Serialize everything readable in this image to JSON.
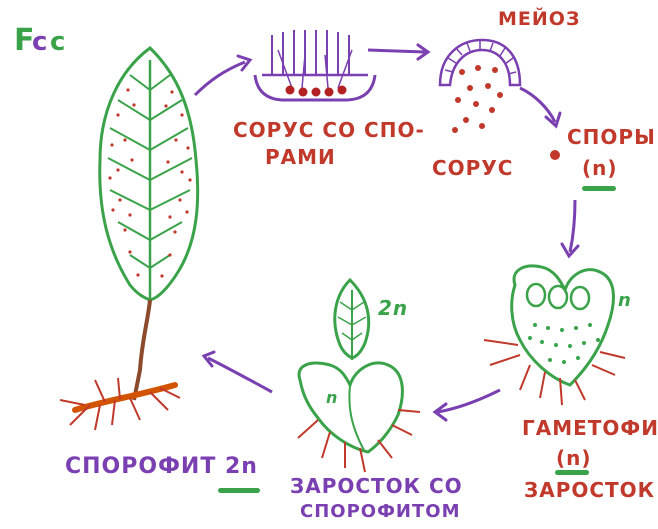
{
  "logo": {
    "text": "FCC"
  },
  "labels": {
    "meiosis": "МЕЙОЗ",
    "sorus_with_spores_line1": "СОРУС СО СПО-",
    "sorus_with_spores_line2": "РАМИ",
    "sorus": "СОРУС",
    "spores": "СПОРЫ",
    "spores_ploidy": "(n)",
    "gametophyte": "ГАМЕТОФИТ",
    "gametophyte_ploidy": "(n)",
    "prothallus": "ЗАРОСТОК",
    "sporophyte": "СПОРОФИТ 2n",
    "prothallus_with_sporophyte_line1": "ЗАРОСТОК СО",
    "prothallus_with_sporophyte_line2": "СПОРОФИТОМ",
    "young_leaf_ploidy": "2n",
    "small_n": "n",
    "gametophyte_n": "n"
  },
  "colors": {
    "green_outline": "#3aa34a",
    "red_text": "#c0392b",
    "purple_arrows": "#7a3fb0",
    "stem_brown": "#8b4a2b",
    "root_red": "#d35400",
    "spore_red": "#b22222"
  }
}
